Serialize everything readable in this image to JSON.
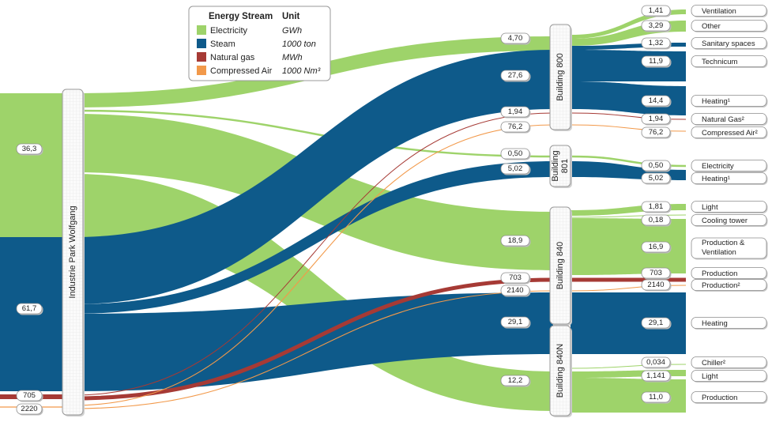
{
  "legend": {
    "header_stream": "Energy Stream",
    "header_unit": "Unit",
    "rows": [
      {
        "stream": "Electricity",
        "unit": "GWh",
        "color": "#9ed36a"
      },
      {
        "stream": "Steam",
        "unit": "1000 ton",
        "color": "#0e5a8a"
      },
      {
        "stream": "Natural gas",
        "unit": "MWh",
        "color": "#a63a35"
      },
      {
        "stream": "Compressed Air",
        "unit": "1000 Nm³",
        "color": "#f2994a"
      }
    ]
  },
  "colors": {
    "electricity": "#9ed36a",
    "steam": "#0e5a8a",
    "gas": "#a63a35",
    "air": "#f2994a"
  },
  "source": {
    "label": "Industrie Park Wolfgang",
    "values": [
      "36,3",
      "61,7",
      "705",
      "2220"
    ]
  },
  "buildings": [
    {
      "key": "b800",
      "label": "Building 800"
    },
    {
      "key": "b801",
      "label": "Building 801"
    },
    {
      "key": "b840",
      "label": "Building 840"
    },
    {
      "key": "b840n",
      "label": "Building 840N"
    }
  ],
  "building_inputs": [
    {
      "key": "b800_el",
      "value": "4,70"
    },
    {
      "key": "b800_st",
      "value": "27,6"
    },
    {
      "key": "b800_gas",
      "value": "1,94"
    },
    {
      "key": "b800_air",
      "value": "76,2"
    },
    {
      "key": "b801_el",
      "value": "0,50"
    },
    {
      "key": "b801_st",
      "value": "5,02"
    },
    {
      "key": "b840_el",
      "value": "18,9"
    },
    {
      "key": "b840_gas",
      "value": "703"
    },
    {
      "key": "b840_air",
      "value": "2140"
    },
    {
      "key": "b840_st",
      "value": "29,1"
    },
    {
      "key": "b840n_el",
      "value": "12,2"
    }
  ],
  "outputs": [
    {
      "value": "1,41",
      "label": "Ventilation"
    },
    {
      "value": "3,29",
      "label": "Other"
    },
    {
      "value": "1,32",
      "label": "Sanitary spaces"
    },
    {
      "value": "11,9",
      "label": "Technicum"
    },
    {
      "value": "14,4",
      "label": "Heating¹"
    },
    {
      "value": "1,94",
      "label": "Natural Gas²"
    },
    {
      "value": "76,2",
      "label": "Compressed Air²"
    },
    {
      "value": "0,50",
      "label": "Electricity"
    },
    {
      "value": "5,02",
      "label": "Heating¹"
    },
    {
      "value": "1,81",
      "label": "Light"
    },
    {
      "value": "0,18",
      "label": "Cooling tower"
    },
    {
      "value": "16,9",
      "label": "Production & Ventilation"
    },
    {
      "value": "703",
      "label": "Production"
    },
    {
      "value": "2140",
      "label": "Production²"
    },
    {
      "value": "29,1",
      "label": "Heating"
    },
    {
      "value": "0,034",
      "label": "Chiller²"
    },
    {
      "value": "1,141",
      "label": "Light"
    },
    {
      "value": "11,0",
      "label": "Production"
    }
  ]
}
